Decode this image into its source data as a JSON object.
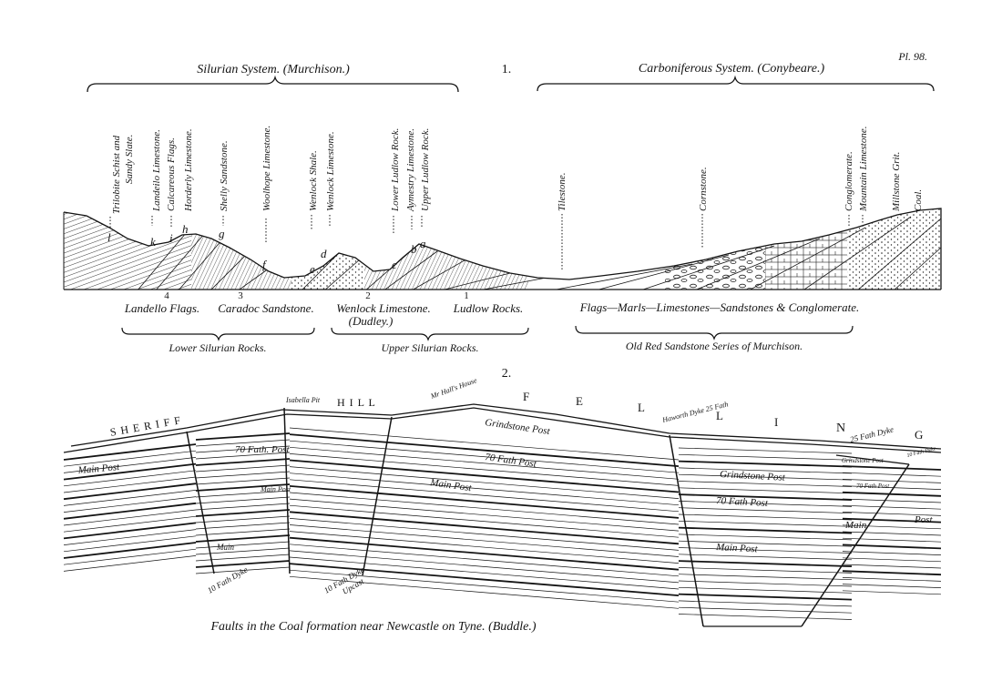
{
  "plate_number": "Pl. 98.",
  "figure1": {
    "number": "1.",
    "left_system": "Silurian System. (Murchison.)",
    "right_system": "Carboniferous System. (Conybeare.)",
    "column_labels": [
      [
        "Trilobite Schist and",
        "Sandy Slate."
      ],
      [
        "Landeilo Limestone."
      ],
      [
        "Calcareous Flags."
      ],
      [
        "Horderly Limestone."
      ],
      [
        "Shelly Sandstone."
      ],
      [
        "Woolhope Limestone."
      ],
      [
        "Wenlock Shale."
      ],
      [
        "Wenlock Limestone."
      ],
      [
        "Lower Ludlow Rock."
      ],
      [
        "Aymestry Limestone."
      ],
      [
        "Upper Ludlow Rock."
      ],
      [
        "Tilestone."
      ],
      [
        "Cornstone."
      ],
      [
        "Conglomerate."
      ],
      [
        "Mountain Limestone."
      ],
      [
        "Millstone Grit."
      ],
      [
        "Coal."
      ]
    ],
    "section_letters": [
      "l",
      "k",
      "i",
      "h",
      "g",
      "f",
      "e",
      "d",
      "c",
      "b",
      "a"
    ],
    "numbers": [
      "4",
      "3",
      "2",
      "1"
    ],
    "lower_labels": [
      "Landello Flags.",
      "Caradoc Sandstone.",
      "Wenlock Limestone.",
      "(Dudley.)",
      "Ludlow Rocks.",
      "Flags—Marls—Limestones—Sandstones & Conglomerate."
    ],
    "group_labels": [
      "Lower Silurian Rocks.",
      "Upper Silurian Rocks.",
      "Old Red Sandstone Series of Murchison."
    ]
  },
  "figure2": {
    "number": "2.",
    "surface_letters": [
      "S H E R I F F",
      "H I L L",
      "F",
      "E",
      "L",
      "L",
      "I",
      "N",
      "G"
    ],
    "place_labels": [
      "Isabella Pit",
      "Mr Hall's House",
      "Haworth Dyke 25 Fath",
      "25 Fath Dyke",
      "10 Fath Dyke"
    ],
    "strata_labels": [
      "Grindstone Post",
      "70 Fath. Post",
      "Main Post",
      "70 Fath Post",
      "Main Post",
      "Grindstone Post",
      "70 Fath Post",
      "Main Post",
      "Main Post",
      "Main",
      "Post",
      "Main",
      "Grindstone Post",
      "70 Fath Post"
    ],
    "dyke_labels": [
      "10 Fath Dyke",
      "10 Fath Dyke",
      "Upcast"
    ],
    "caption": "Faults in the Coal formation near Newcastle on Tyne. (Buddle.)"
  }
}
